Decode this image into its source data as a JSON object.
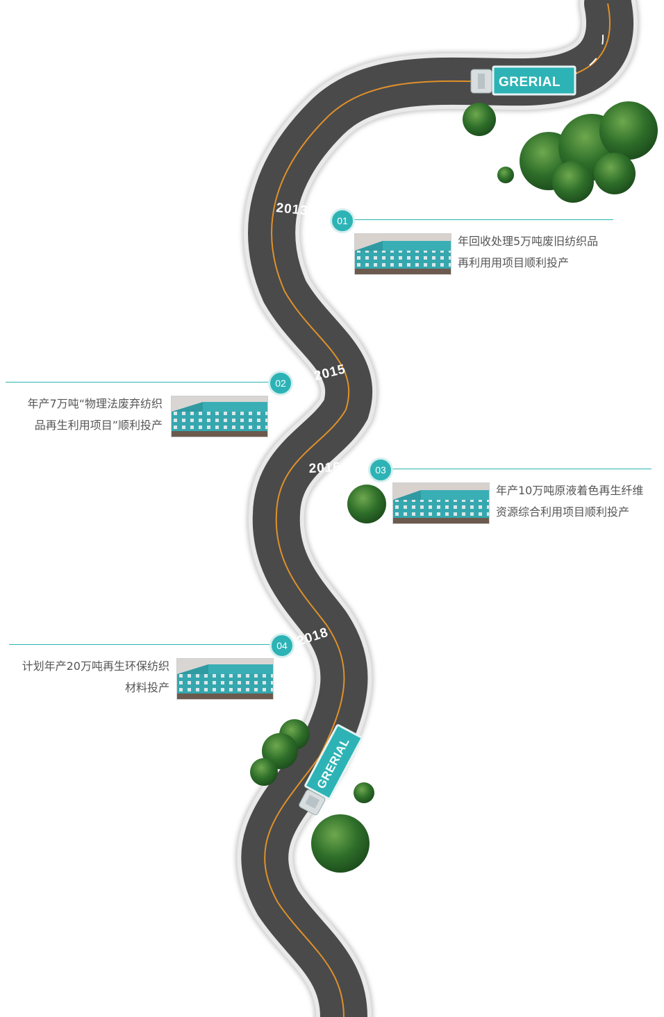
{
  "brand": {
    "truck_label": "GRERIAL",
    "accent": "#2db3b5",
    "road": "#4a4a4a",
    "lane": "#e0912a"
  },
  "years": [
    "2013",
    "2015",
    "2016",
    "2018"
  ],
  "milestones": [
    {
      "num": "01",
      "lines": [
        "年回收处理5万吨废旧纺织品",
        "再利用用项目顺利投产"
      ]
    },
    {
      "num": "02",
      "lines": [
        "年产7万吨“物理法废弃纺织",
        "品再生利用项目”顺利投产"
      ]
    },
    {
      "num": "03",
      "lines": [
        "年产10万吨原液着色再生纤维",
        "资源综合利用项目顺利投产"
      ]
    },
    {
      "num": "04",
      "lines": [
        "计划年产20万吨再生环保纺织",
        "材料投产"
      ]
    }
  ]
}
